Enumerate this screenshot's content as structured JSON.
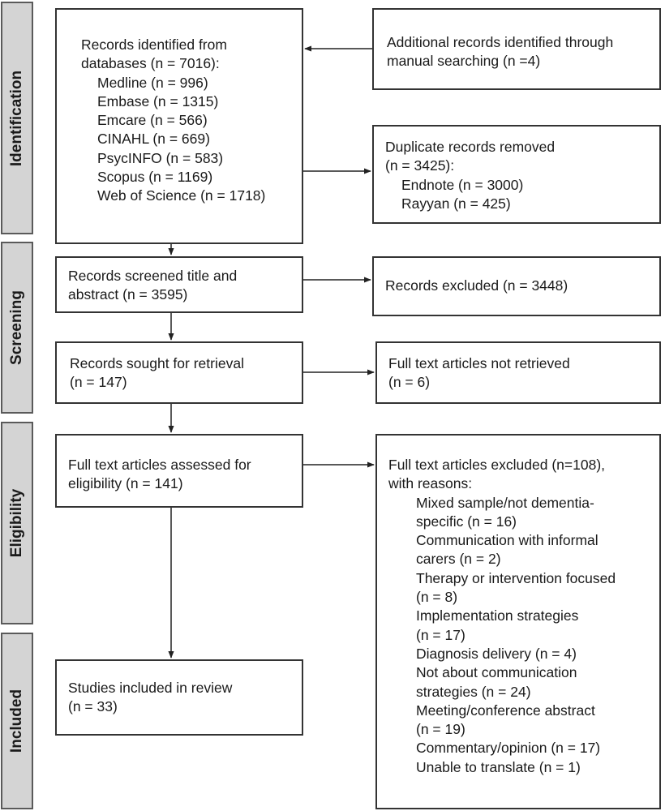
{
  "stages": {
    "identification": "Identification",
    "screening": "Screening",
    "eligibility": "Eligibility",
    "included": "Included"
  },
  "identified": {
    "lines": [
      "Records identified from",
      "databases (n = 7016):"
    ],
    "databases": [
      "Medline (n = 996)",
      "Embase (n = 1315)",
      "Emcare (n = 566)",
      "CINAHL (n = 669)",
      "PsycINFO (n = 583)",
      "Scopus (n = 1169)",
      "Web of Science (n = 1718)"
    ]
  },
  "additional": {
    "lines": [
      "Additional records identified through",
      "manual searching (n =4)"
    ]
  },
  "duplicates": {
    "lines": [
      "Duplicate records removed",
      "(n = 3425):"
    ],
    "sources": [
      "Endnote (n = 3000)",
      "Rayyan (n = 425)"
    ]
  },
  "screened": {
    "lines": [
      "Records screened title and",
      "abstract (n = 3595)"
    ]
  },
  "excluded": {
    "lines": [
      "Records excluded (n = 3448)"
    ]
  },
  "sought": {
    "lines": [
      "Records sought for retrieval",
      "(n = 147)"
    ]
  },
  "not_retrieved": {
    "lines": [
      "Full text articles not retrieved",
      "(n = 6)"
    ]
  },
  "assessed": {
    "lines": [
      "Full text articles assessed for",
      "eligibility (n = 141)"
    ]
  },
  "ft_excluded": {
    "lines": [
      "Full text articles excluded (n=108),",
      "with reasons:"
    ],
    "reasons": [
      "Mixed sample/not dementia-",
      "specific (n = 16)",
      "Communication with informal",
      "carers (n = 2)",
      "Therapy or intervention focused",
      "(n = 8)",
      "Implementation strategies",
      "(n = 17)",
      "Diagnosis delivery (n = 4)",
      "Not about communication",
      "strategies (n = 24)",
      "Meeting/conference abstract",
      "(n = 19)",
      "Commentary/opinion (n = 17)",
      "Unable to translate (n = 1)"
    ]
  },
  "included_box": {
    "lines": [
      "Studies included in review",
      "(n = 33)"
    ]
  }
}
